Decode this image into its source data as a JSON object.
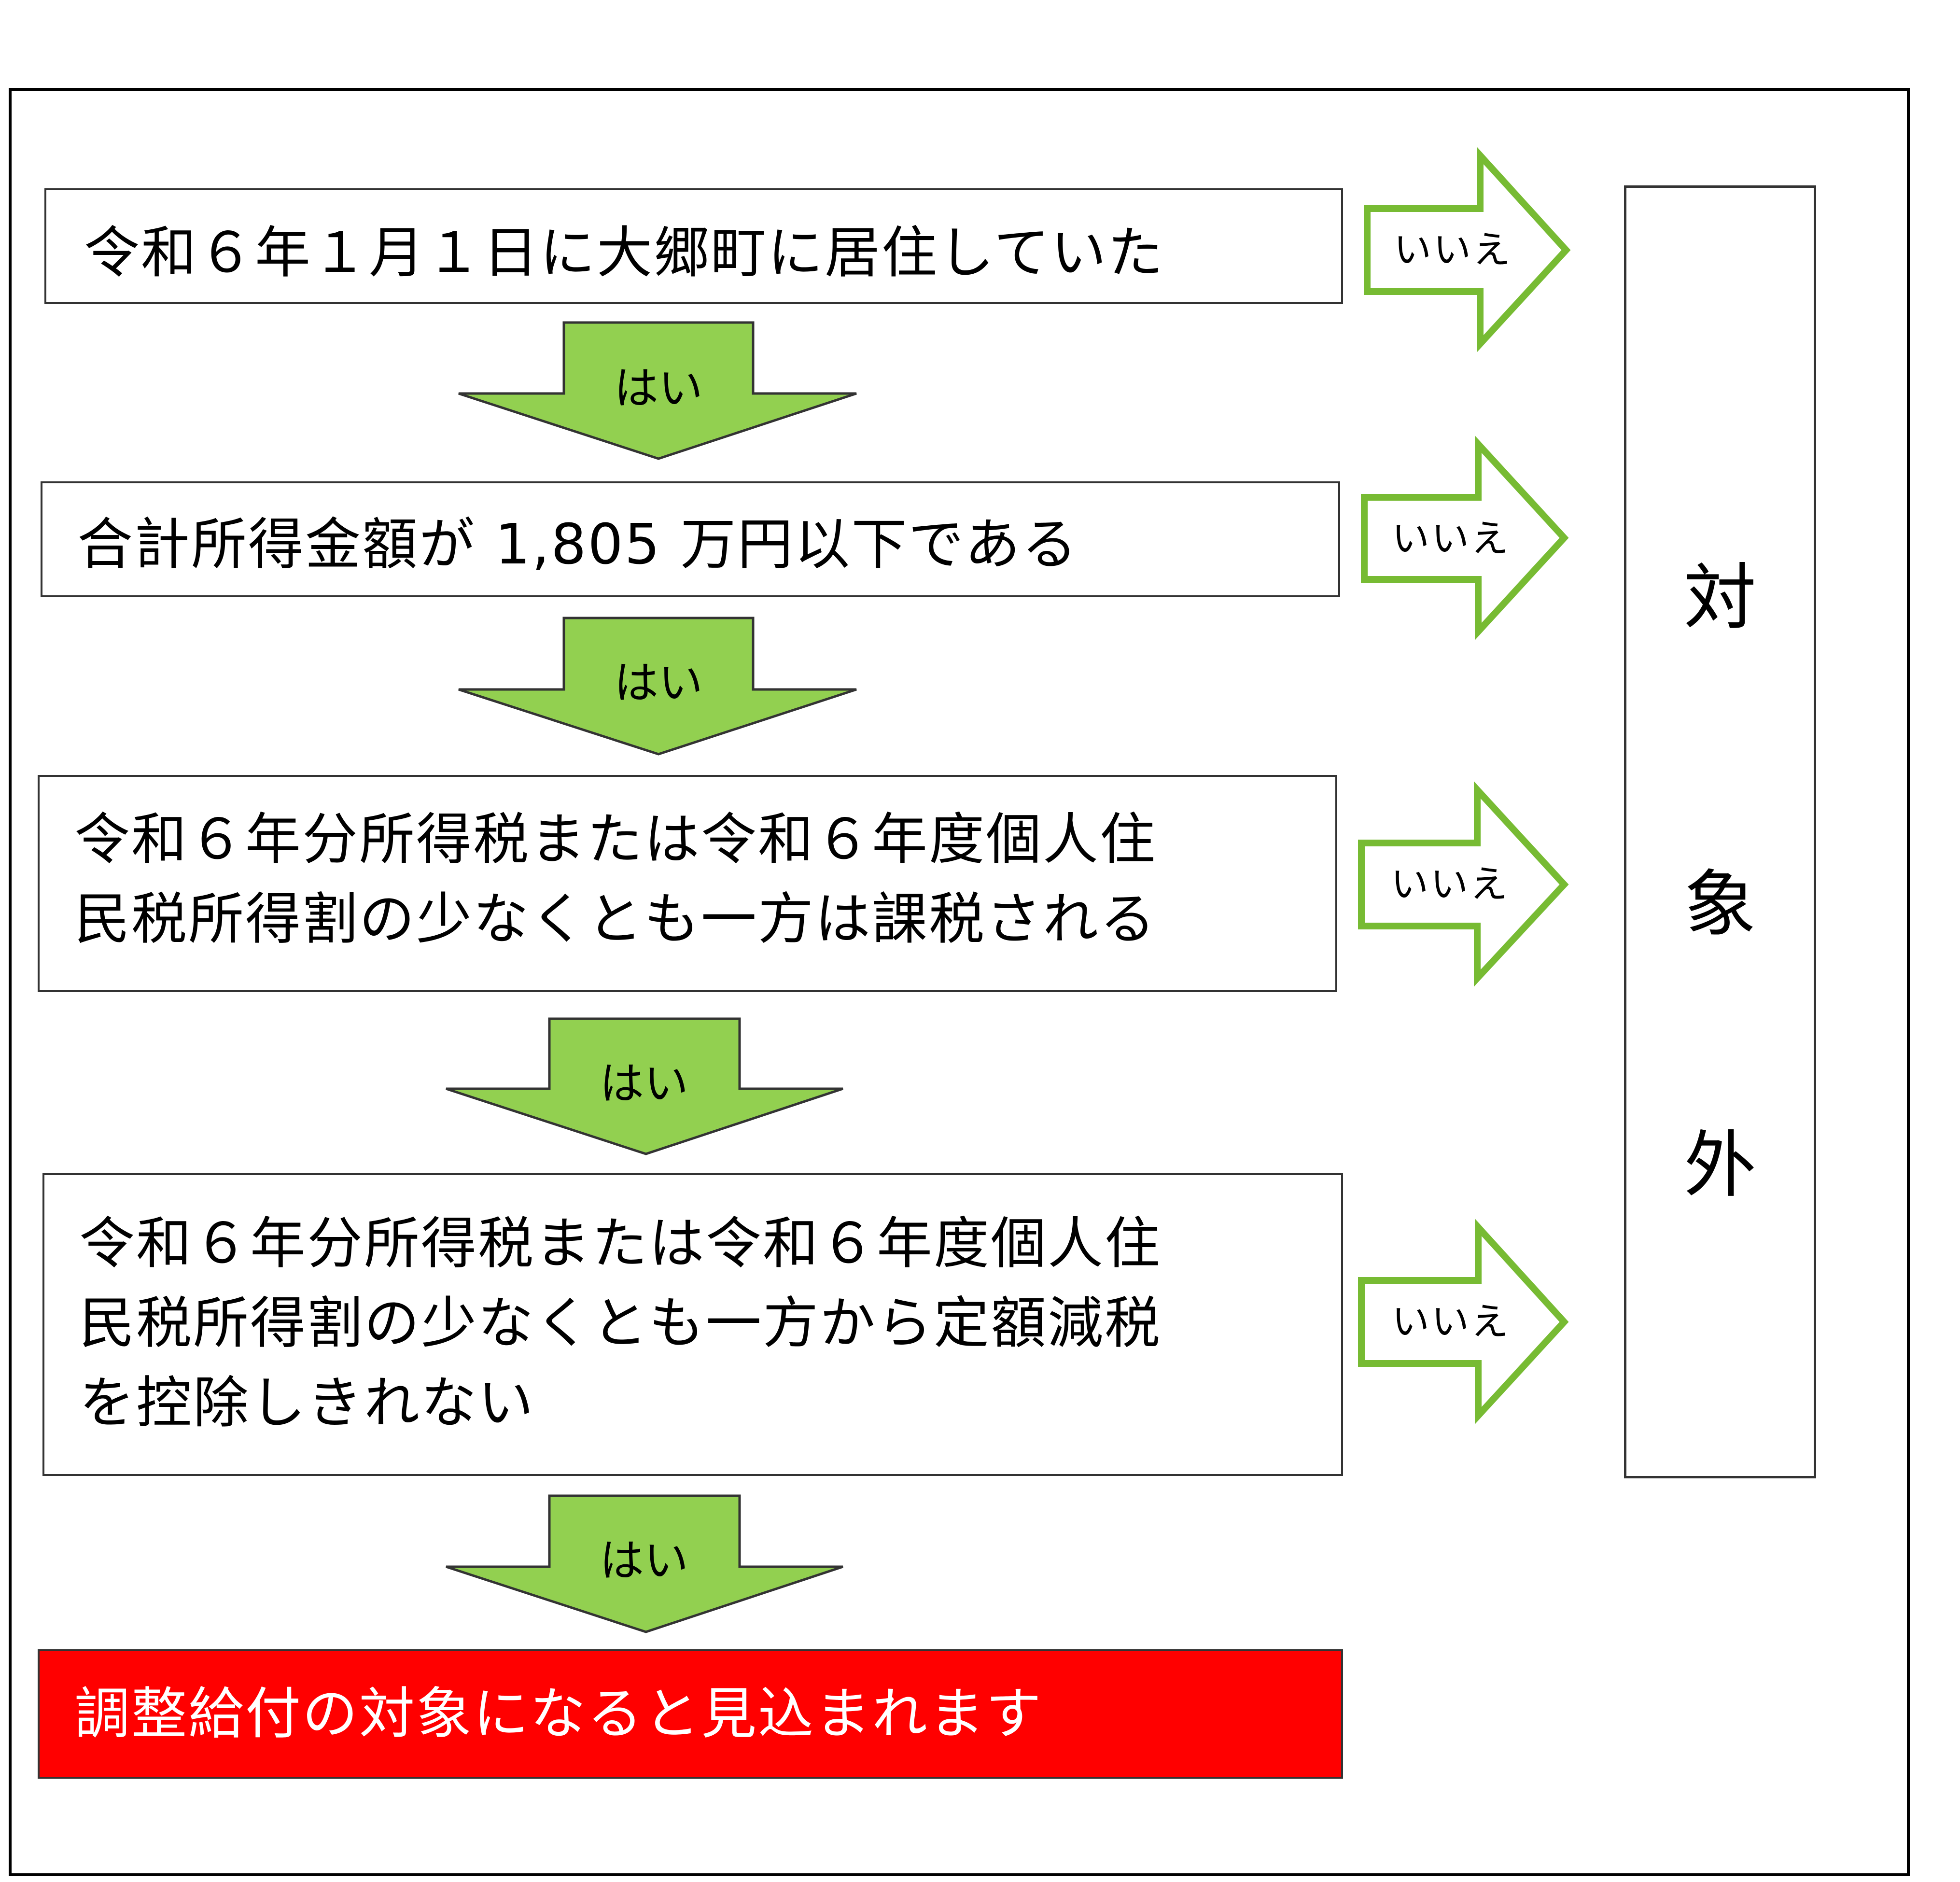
{
  "questions": [
    {
      "lines": [
        "令和６年１月１日に大郷町に居住していた"
      ]
    },
    {
      "lines": [
        "合計所得金額が 1,805 万円以下である"
      ]
    },
    {
      "lines": [
        "令和６年分所得税または令和６年度個人住",
        "民税所得割の少なくとも一方は課税される"
      ]
    },
    {
      "lines": [
        "令和６年分所得税または令和６年度個人住",
        "民税所得割の少なくとも一方から定額減税",
        "を控除しきれない"
      ]
    }
  ],
  "yes_label": "はい",
  "no_label": "いいえ",
  "outside": {
    "chars": [
      "対",
      "象",
      "外"
    ]
  },
  "result": {
    "text": "調整給付の対象になると見込まれます"
  },
  "colors": {
    "arrow_fill": "#92d050",
    "arrow_stroke": "#333333",
    "no_arrow_stroke": "#77bb33",
    "result_bg": "#ff0000"
  }
}
